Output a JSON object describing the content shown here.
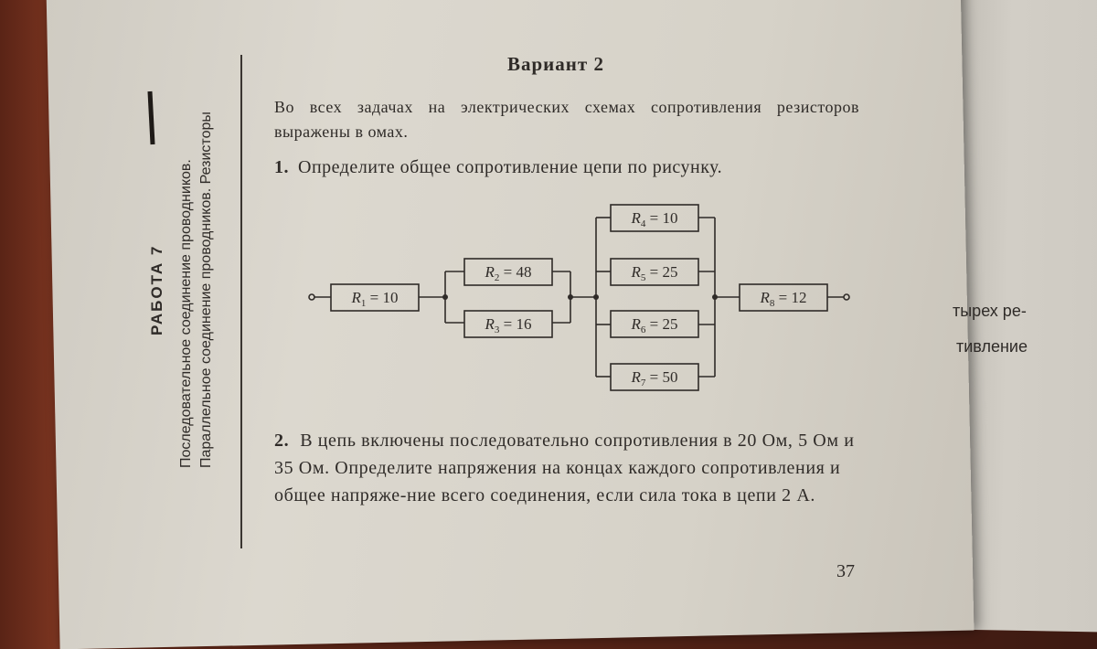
{
  "heading": "Вариант 2",
  "intro": "Во всех задачах на электрических схемах сопротивления резисторов выражены в омах.",
  "task1": {
    "number": "1.",
    "text": "Определите общее сопротивление цепи по рисунку."
  },
  "task2": {
    "number": "2.",
    "text": "В цепь включены последовательно сопротивления в 20 Ом, 5 Ом и 35 Ом. Определите напряжения на концах каждого сопротивления и общее напряже-ние всего соединения, если сила тока в цепи 2 А."
  },
  "sidebar": {
    "title": "РАБОТА 7",
    "line1": "Последовательное соединение проводников.",
    "line2": "Параллельное соединение проводников. Резисторы"
  },
  "page_number": "37",
  "margin_fragments": [
    "тырех ре-",
    "тивление"
  ],
  "circuit": {
    "resistors": [
      {
        "id": "R1",
        "sub": "1",
        "value": "10"
      },
      {
        "id": "R2",
        "sub": "2",
        "value": "48"
      },
      {
        "id": "R3",
        "sub": "3",
        "value": "16"
      },
      {
        "id": "R4",
        "sub": "4",
        "value": "10"
      },
      {
        "id": "R5",
        "sub": "5",
        "value": "25"
      },
      {
        "id": "R6",
        "sub": "6",
        "value": "25"
      },
      {
        "id": "R7",
        "sub": "7",
        "value": "50"
      },
      {
        "id": "R8",
        "sub": "8",
        "value": "12"
      }
    ]
  }
}
